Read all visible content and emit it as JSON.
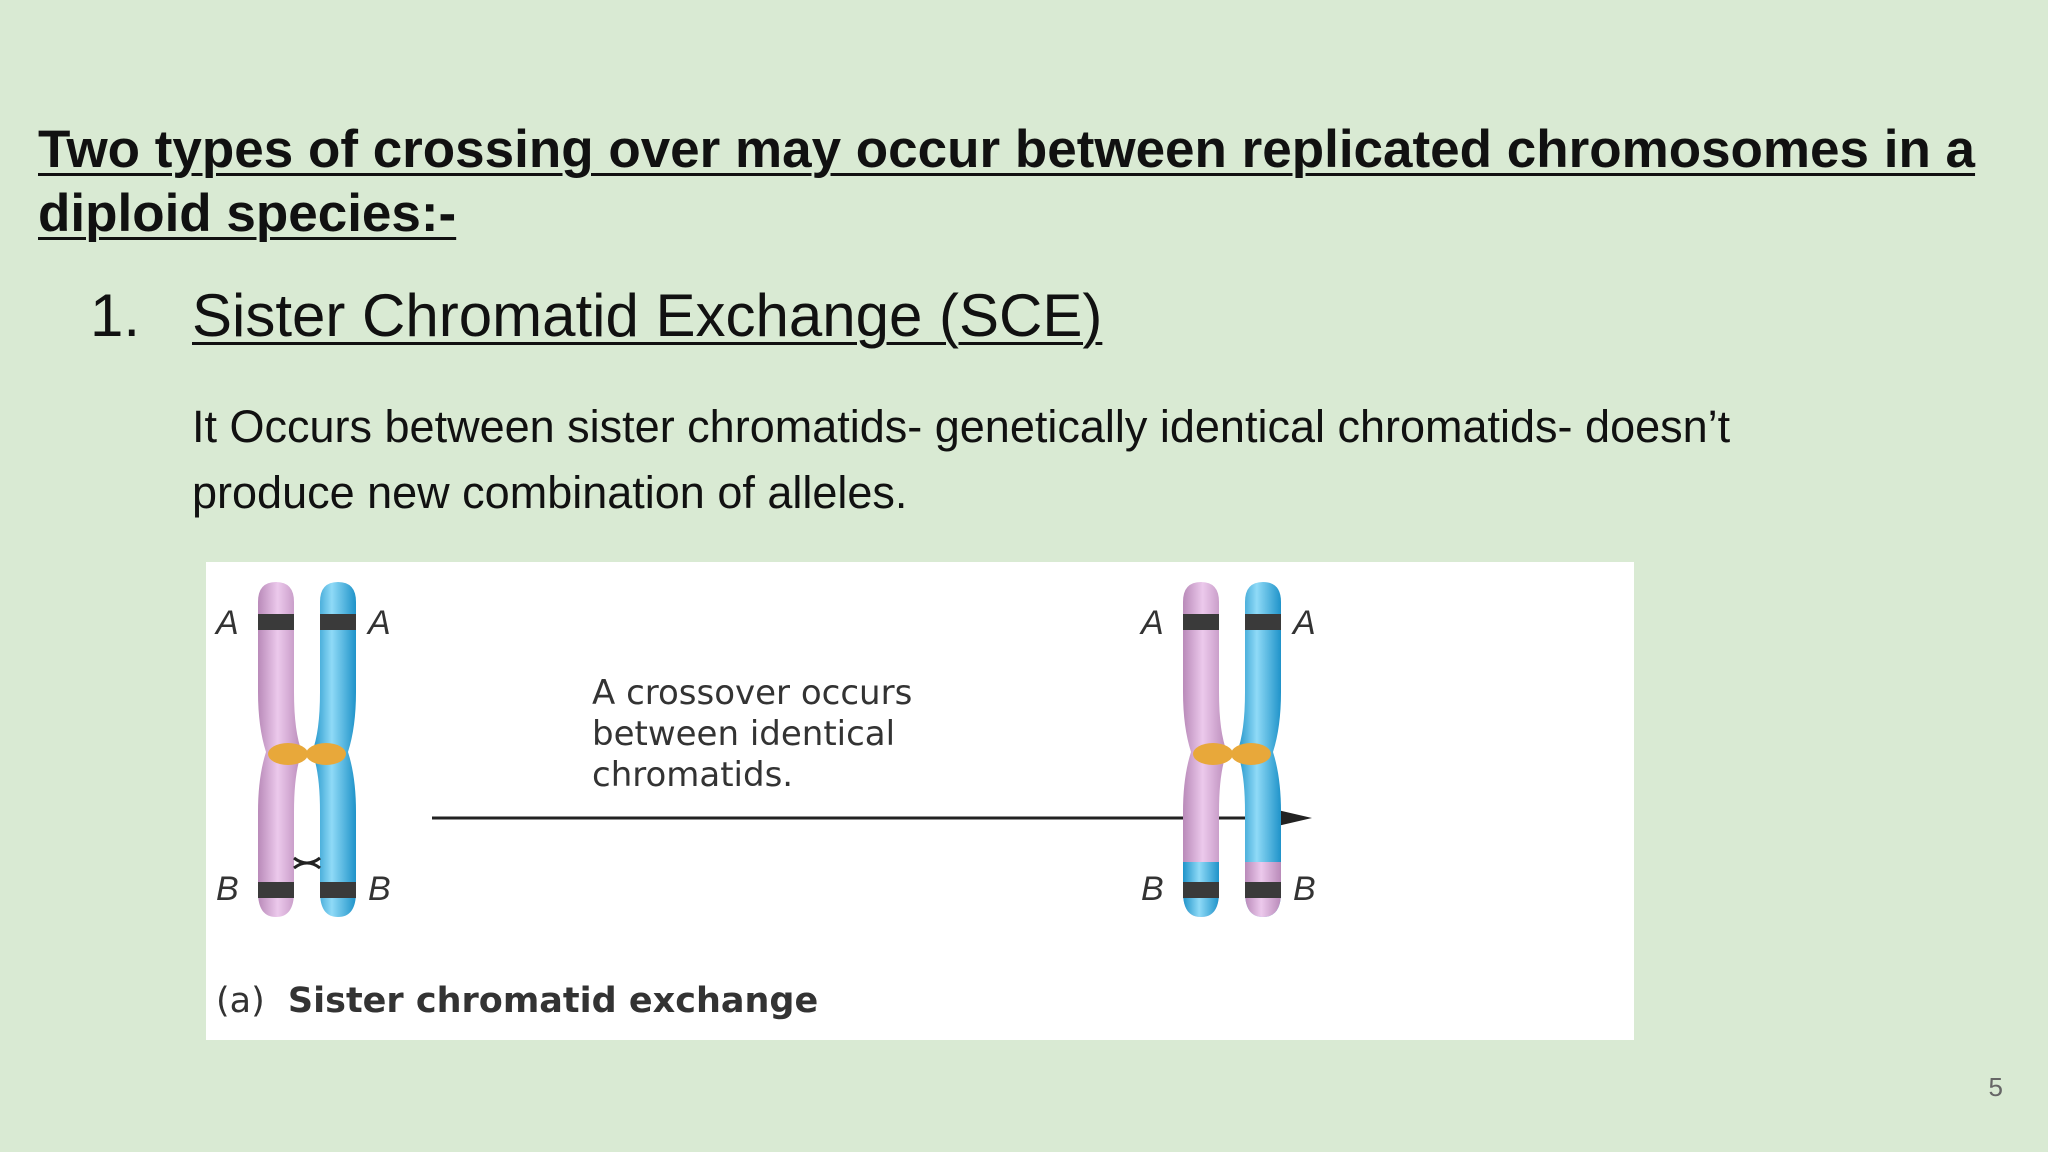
{
  "slide": {
    "heading": "Two types of crossing over may occur between replicated chromosomes in a diploid species:-",
    "item_number": "1.",
    "item_title": "Sister Chromatid Exchange (SCE)",
    "body": "It Occurs between sister chromatids- genetically identical chromatids- doesn’t produce new combination of alleles.",
    "page_number": "5"
  },
  "figure": {
    "label_a": "A",
    "label_b": "B",
    "annotation_line1": "A crossover occurs",
    "annotation_line2": "between identical",
    "annotation_line3": "chromatids.",
    "caption_prefix": "(a)",
    "caption": "Sister chromatid exchange",
    "colors": {
      "pink_chromatid": "#d6a8d6",
      "blue_chromatid": "#3fb4e6",
      "centromere": "#e8a83a",
      "band": "#3a3a3a"
    }
  }
}
